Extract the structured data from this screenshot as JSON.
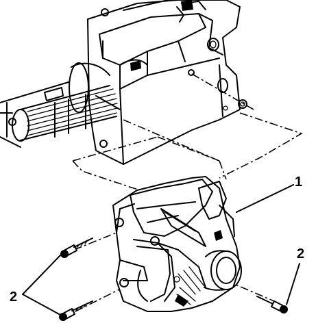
{
  "callouts": [
    {
      "id": "1",
      "label": "1"
    },
    {
      "id": "2-left",
      "label": "2"
    },
    {
      "id": "2-right",
      "label": "2"
    }
  ]
}
